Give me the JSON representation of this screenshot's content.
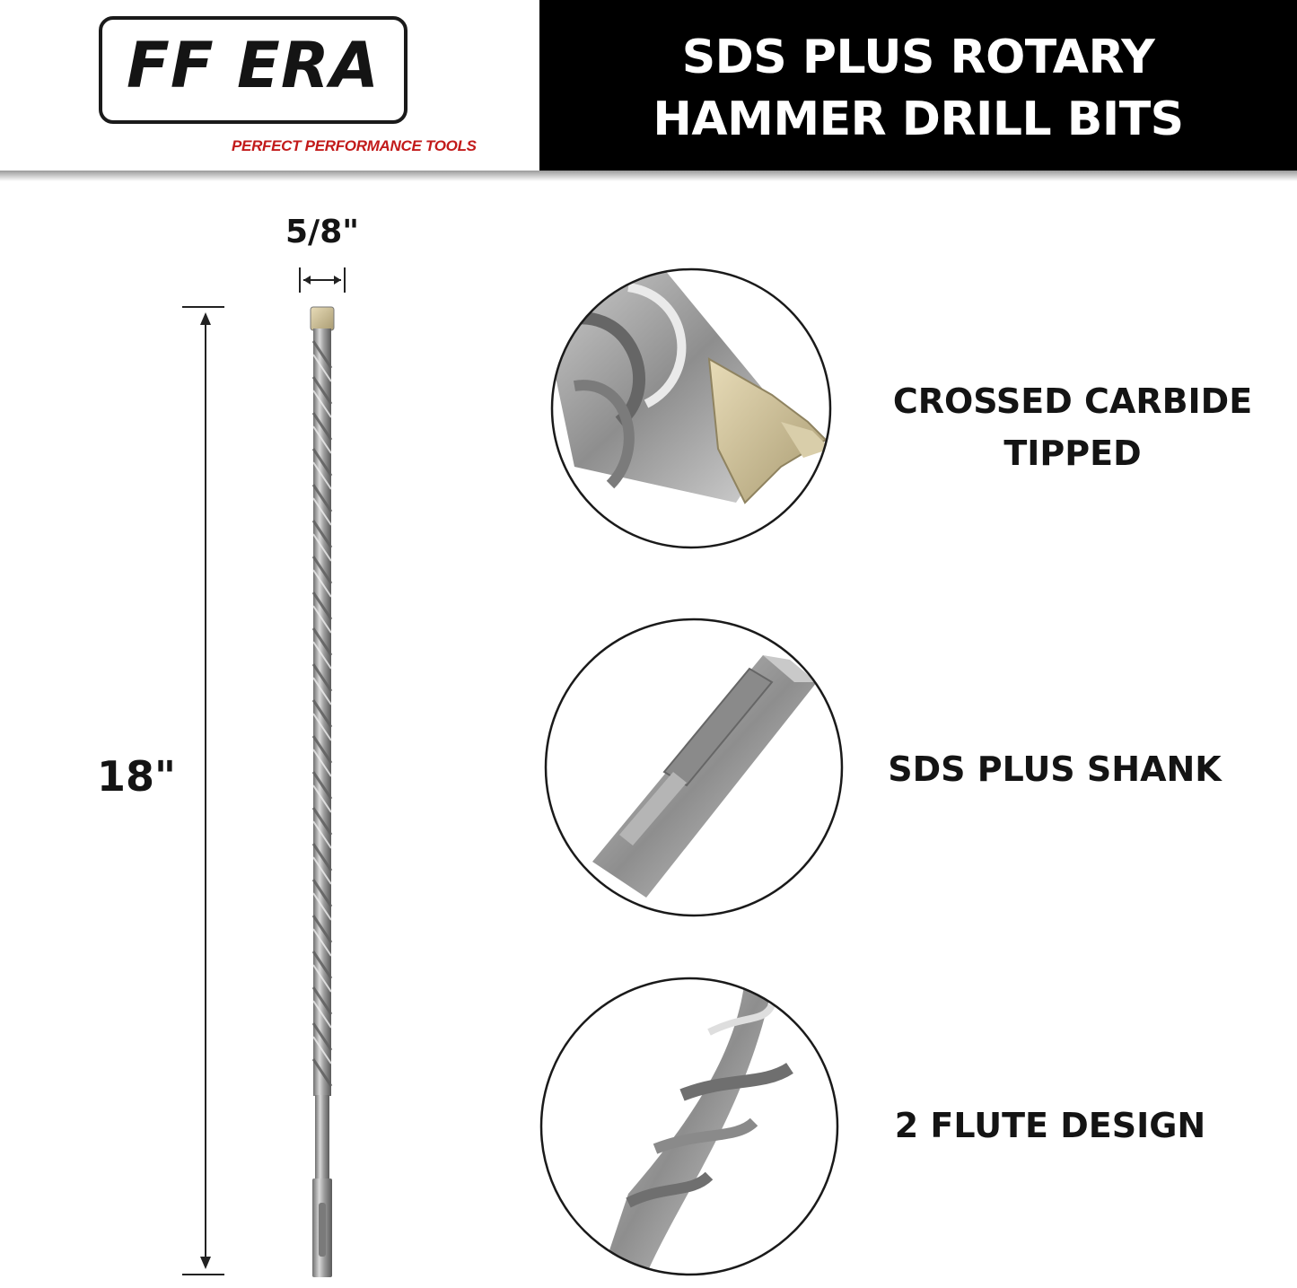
{
  "brand": {
    "logo_text": "FF ERA",
    "tagline": "PERFECT PERFORMANCE TOOLS",
    "tagline_color": "#c21a1a"
  },
  "header": {
    "title_line1": "SDS PLUS ROTARY",
    "title_line2": "HAMMER DRILL BITS",
    "background": "#000000"
  },
  "dimensions": {
    "width": "5/8\"",
    "length": "18\""
  },
  "features": [
    {
      "line1": "CROSSED  CARBIDE",
      "line2": "TIPPED",
      "icon": "carbide-tip-closeup"
    },
    {
      "line1": "SDS PLUS SHANK",
      "icon": "sds-shank-closeup"
    },
    {
      "line1": "2  FLUTE  DESIGN",
      "icon": "flute-closeup"
    }
  ]
}
